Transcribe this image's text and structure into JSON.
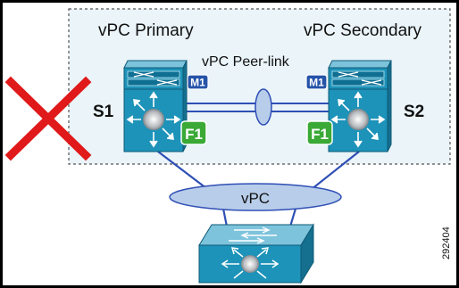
{
  "labels": {
    "vpc_primary": "vPC Primary",
    "vpc_secondary": "vPC Secondary",
    "peer_link": "vPC Peer-link",
    "s1": "S1",
    "s2": "S2",
    "m1_left": "M1",
    "m1_right": "M1",
    "f1_left": "F1",
    "f1_right": "F1",
    "vpc": "vPC",
    "figure_id": "292404"
  },
  "colors": {
    "switch_face": "#1d93b9",
    "switch_top": "#7dc3dc",
    "switch_side": "#156f8e",
    "m1_badge": "#2553a8",
    "f1_badge": "#3aa936",
    "link": "#2f4fb5",
    "ellipse_fill": "#b8cdea",
    "domain_fill": "#eaf4f9",
    "cross": "#e0191a"
  },
  "icons": {
    "failed_switch": "red-x-icon",
    "switch": "nexus-switch-icon"
  }
}
